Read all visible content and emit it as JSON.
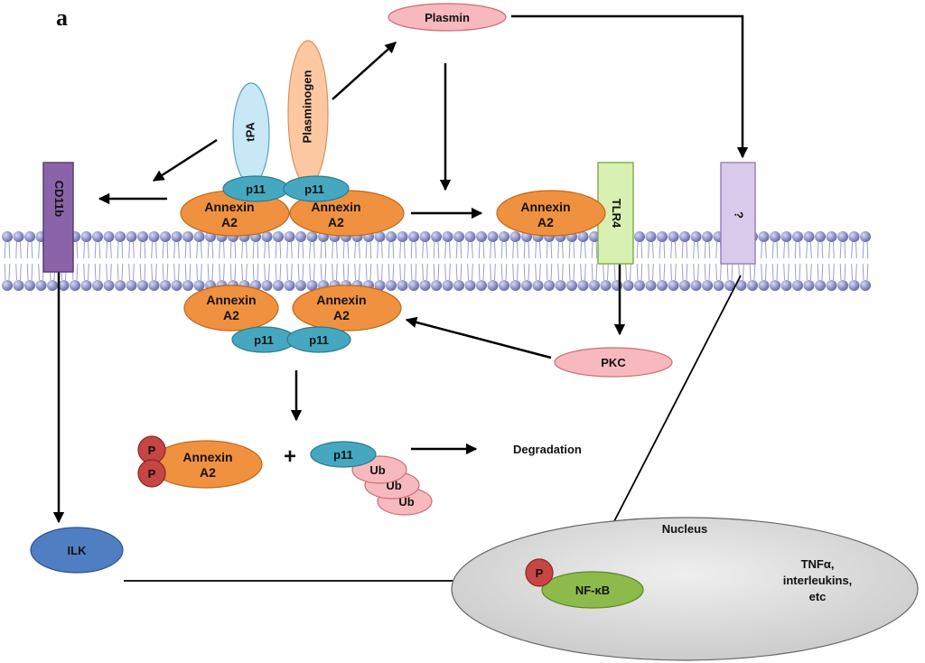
{
  "panel_label": "a",
  "molecules": {
    "plasmin": "Plasmin",
    "plasminogen": "Plasminogen",
    "tpa": "tPA",
    "p11": "p11",
    "annexin_line1": "Annexin",
    "annexin_line2": "A2",
    "cd11b": "CD11b",
    "tlr4": "TLR4",
    "unknown_receptor": "?",
    "pkc": "PKC",
    "phospho": "P",
    "plus": "+",
    "ub": "Ub",
    "degradation": "Degradation",
    "ilk": "ILK",
    "nucleus": "Nucleus",
    "nfkb": "NF-κB",
    "output_line1": "TNFα,",
    "output_line2": "interleukins,",
    "output_line3": "etc"
  },
  "colors": {
    "annexin": "#f0913f",
    "p11": "#45a8c0",
    "plasmin_pkc": "#f7b9bd",
    "plasminogen": "#fbc8a2",
    "tpa": "#c8e8f6",
    "cd11b": "#8a63a9",
    "tlr4": "#d8f0b2",
    "unknown_receptor": "#d9c9ea",
    "phospho": "#c64545",
    "ub": "#f7b9bd",
    "ilk": "#4f7fc2",
    "nucleus": "#d8d8d8",
    "nfkb": "#8cbb4b",
    "membrane_head": "#8088c4"
  }
}
